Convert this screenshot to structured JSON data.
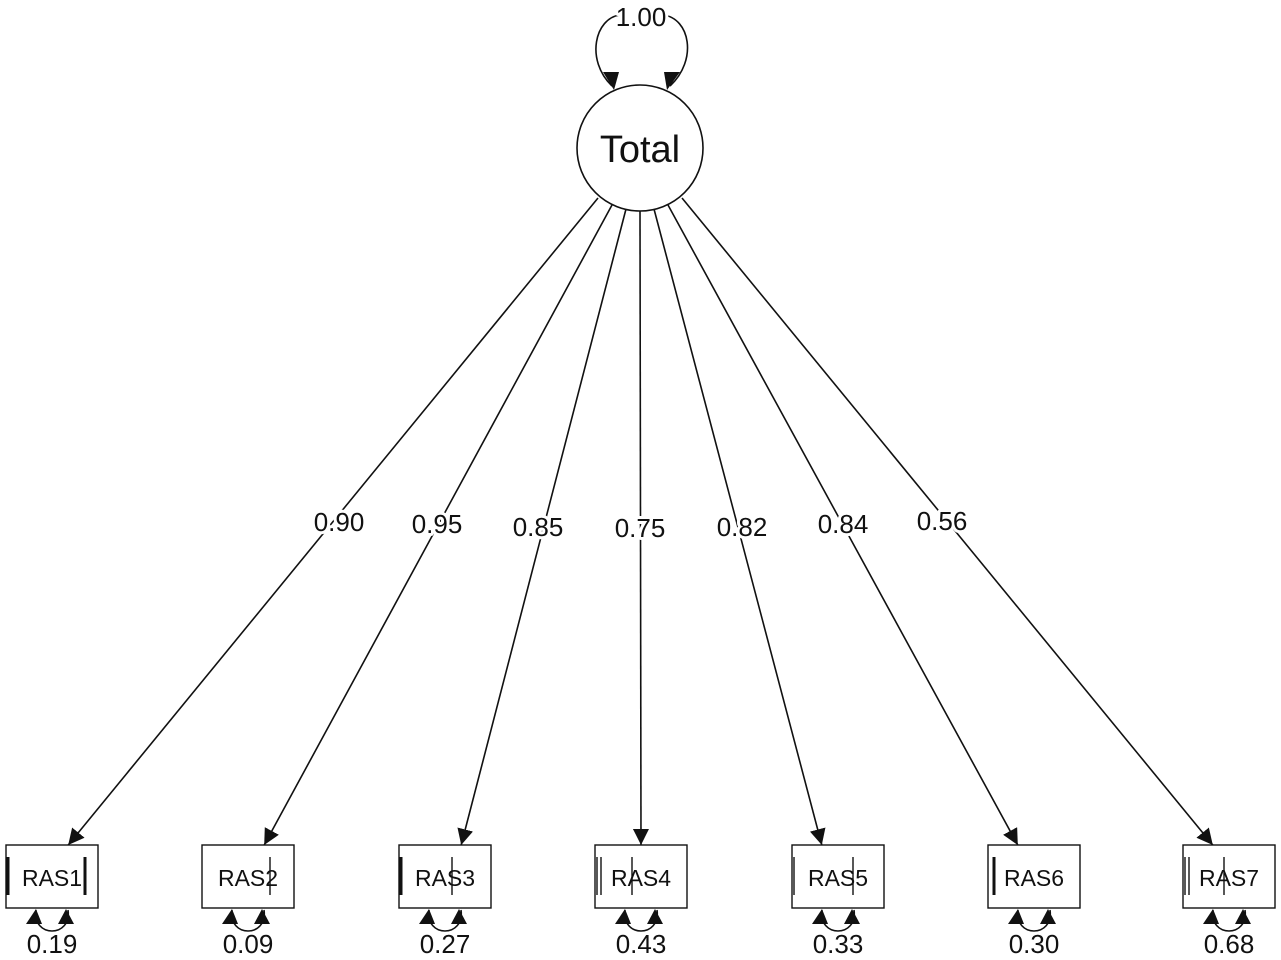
{
  "latent": {
    "label": "Total",
    "variance": "1.00"
  },
  "indicators": [
    {
      "label": "RAS1",
      "loading": "0.90",
      "residual": "0.19"
    },
    {
      "label": "RAS2",
      "loading": "0.95",
      "residual": "0.09"
    },
    {
      "label": "RAS3",
      "loading": "0.85",
      "residual": "0.27"
    },
    {
      "label": "RAS4",
      "loading": "0.75",
      "residual": "0.43"
    },
    {
      "label": "RAS5",
      "loading": "0.82",
      "residual": "0.33"
    },
    {
      "label": "RAS6",
      "loading": "0.84",
      "residual": "0.30"
    },
    {
      "label": "RAS7",
      "loading": "0.56",
      "residual": "0.68"
    }
  ]
}
